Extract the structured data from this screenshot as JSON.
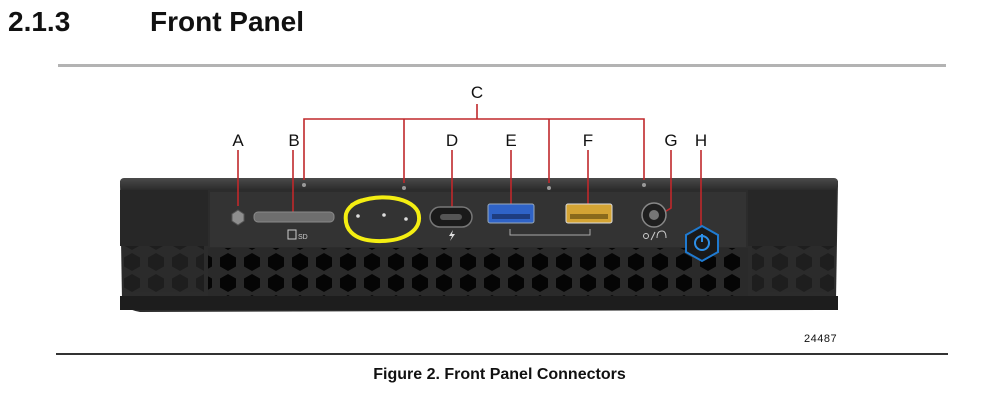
{
  "section": {
    "number": "2.1.3",
    "title": "Front Panel"
  },
  "figure": {
    "id_code": "24487",
    "caption": "Figure 2.  Front Panel Connectors"
  },
  "callouts": {
    "a": "A",
    "b": "B",
    "c": "C",
    "d": "D",
    "e": "E",
    "f": "F",
    "g": "G",
    "h": "H"
  },
  "colors": {
    "callout_line": "#c0282b",
    "usb_blue": "#2f63c7",
    "usb_yellow": "#d4a434",
    "power_ring": "#1f7ad0",
    "highlight": "#f4ee12"
  },
  "icons": {
    "sd_slot": "sd-card-icon",
    "thunderbolt": "thunderbolt-icon",
    "headset": "headset-icon",
    "power": "power-icon"
  }
}
